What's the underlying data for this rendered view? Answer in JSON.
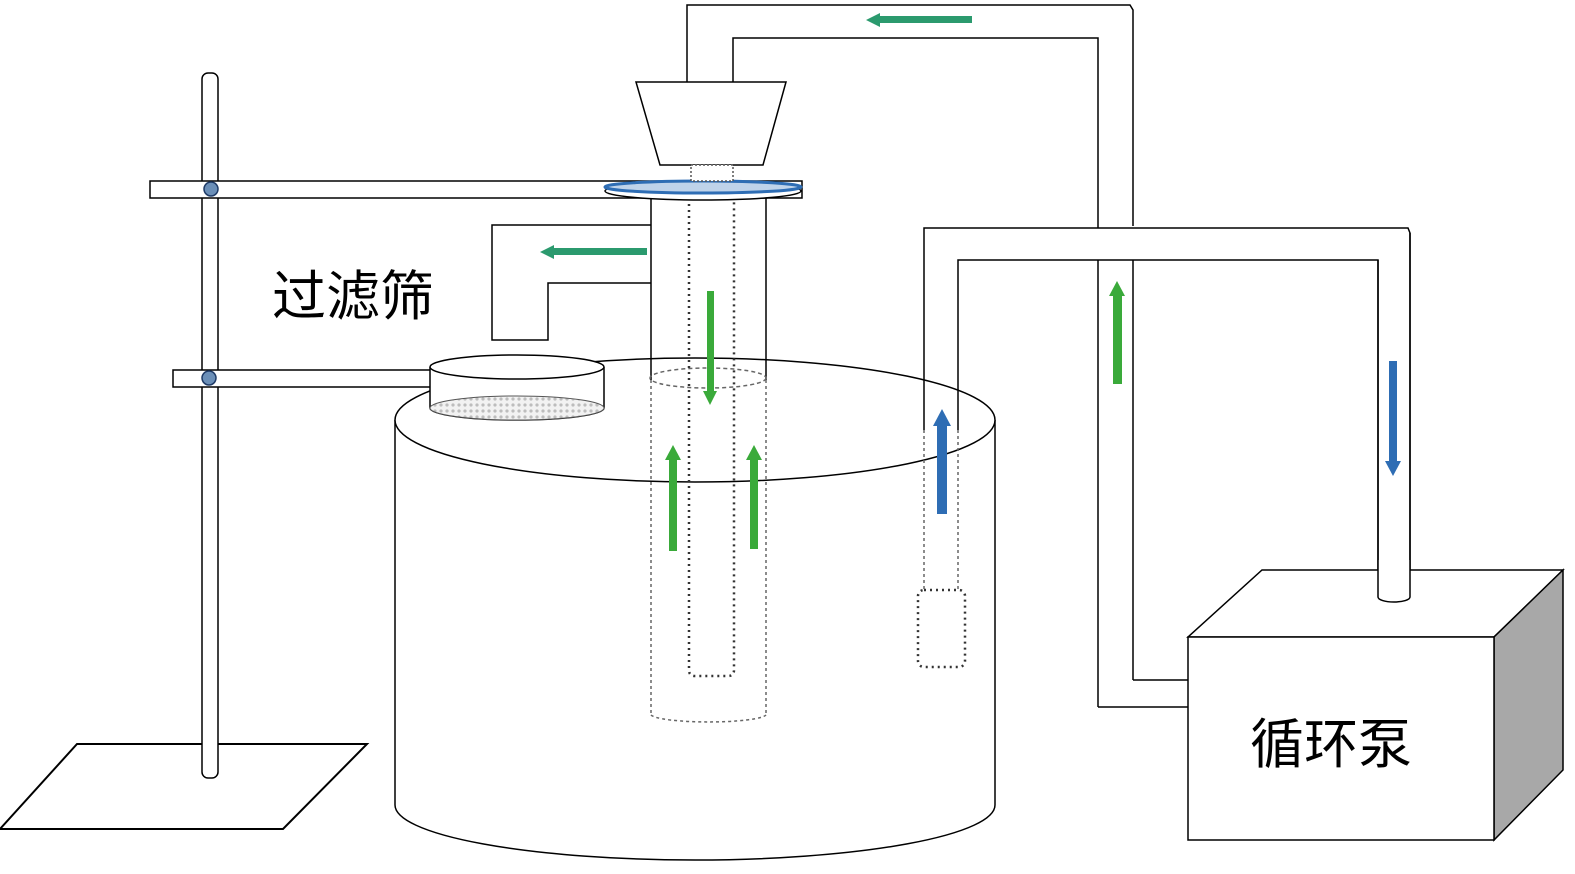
{
  "labels": {
    "filter_screen": "过滤筛",
    "circulation_pump": "循环泵"
  },
  "colors": {
    "outline": "#000000",
    "dotted_outline": "#555555",
    "flow_green": "#3aaa3a",
    "flow_teal": "#2b9a6e",
    "flow_blue": "#2e6db4",
    "ring_blue": "#2e6db4",
    "pump_shade": "#a8a8a8",
    "screen_mesh": "#c8c8c8"
  },
  "flow_arrows": [
    {
      "id": "top-return",
      "direction": "left",
      "color": "flow_teal"
    },
    {
      "id": "overflow-out",
      "direction": "left",
      "color": "flow_teal"
    },
    {
      "id": "inner-down",
      "direction": "down",
      "color": "flow_green"
    },
    {
      "id": "annulus-up-left",
      "direction": "up",
      "color": "flow_green"
    },
    {
      "id": "annulus-up-right",
      "direction": "up",
      "color": "flow_green"
    },
    {
      "id": "return-riser",
      "direction": "up",
      "color": "flow_green"
    },
    {
      "id": "suction-up",
      "direction": "up",
      "color": "flow_blue"
    },
    {
      "id": "discharge-down",
      "direction": "down",
      "color": "flow_blue"
    }
  ]
}
